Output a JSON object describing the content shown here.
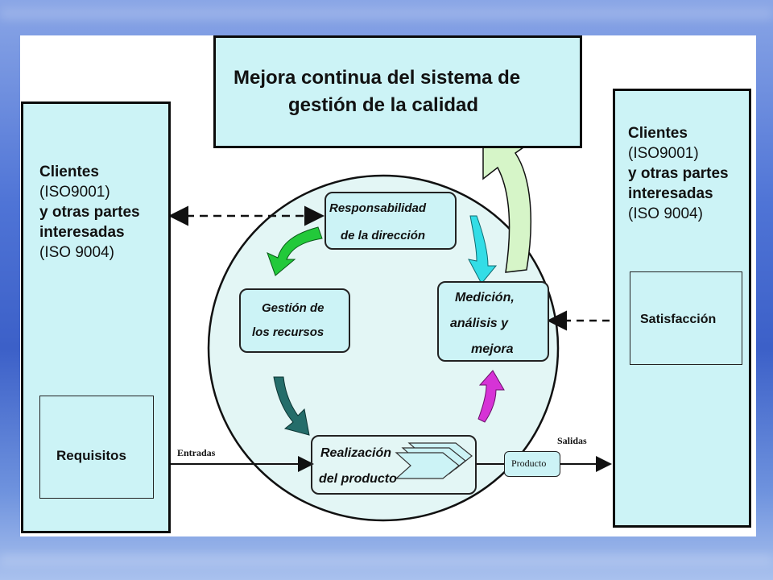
{
  "top_box": {
    "line1": "Mejora continua del sistema de",
    "line2": "gestión de la calidad"
  },
  "left_box": {
    "line1": "Clientes",
    "line2": "(ISO9001)",
    "line3": "y otras partes",
    "line4": "interesadas",
    "line5": "(ISO 9004)",
    "inner_label": "Requisitos"
  },
  "right_box": {
    "line1": "Clientes",
    "line2": "(ISO9001)",
    "line3": "y otras partes",
    "line4": "interesadas",
    "line5": "(ISO 9004)",
    "inner_label": "Satisfacción"
  },
  "processes": {
    "responsabilidad_1": "Responsabilidad",
    "responsabilidad_2": "de la dirección",
    "gestion_1": "Gestión de",
    "gestion_2": "los recursos",
    "medicion_1": "Medición,",
    "medicion_2": "análisis y",
    "medicion_3": "mejora",
    "realizacion_1": "Realización",
    "realizacion_2": "del producto"
  },
  "flow": {
    "entradas": "Entradas",
    "salidas": "Salidas",
    "producto": "Producto"
  },
  "colors": {
    "box_fill": "#ccf3f6",
    "circle_fill": "#e3f6f5",
    "arrow_green": "#22c93a",
    "arrow_teal": "#246d6a",
    "arrow_cyan": "#33dde6",
    "arrow_magenta": "#d633d6",
    "arrow_big": "#d6f5c8"
  }
}
